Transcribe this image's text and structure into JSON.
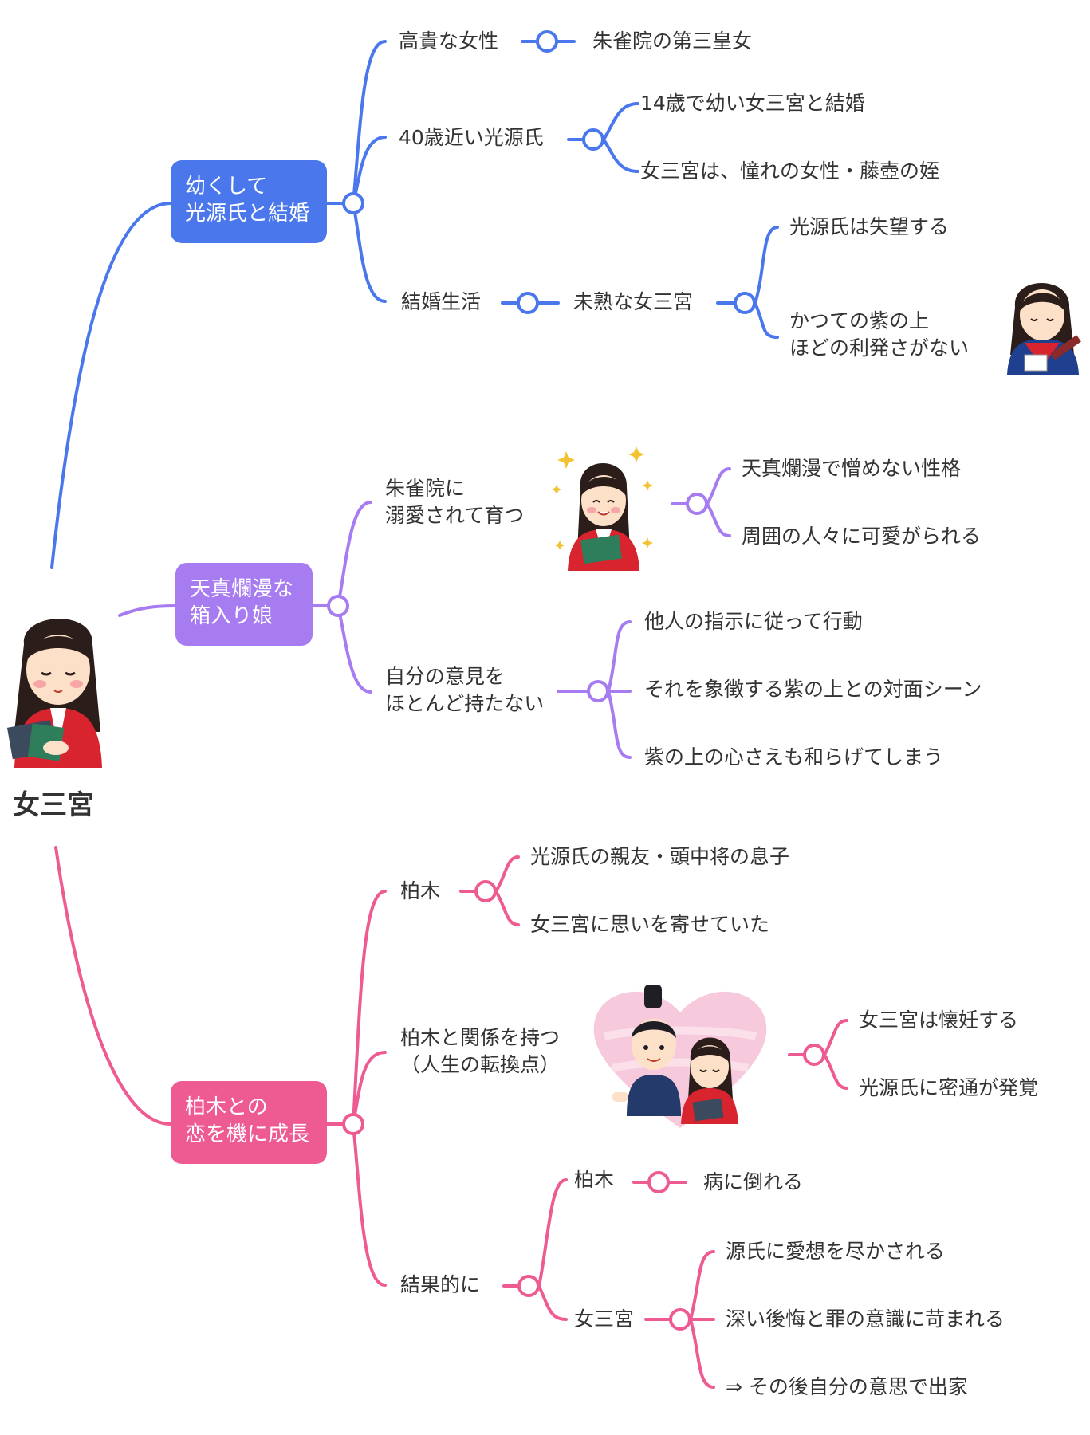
{
  "root": {
    "label": "女三宮"
  },
  "colors": {
    "blue": "#4a78ec",
    "purple": "#a67cf0",
    "pink": "#ee5b92"
  },
  "branches": [
    {
      "label": "幼くして\n光源氏と結婚",
      "color": "blue",
      "children": [
        {
          "label": "高貴な女性",
          "children": [
            {
              "label": "朱雀院の第三皇女"
            }
          ]
        },
        {
          "label": "40歳近い光源氏",
          "children": [
            {
              "label": "14歳で幼い女三宮と結婚"
            },
            {
              "label": "女三宮は、憧れの女性・藤壺の姪"
            }
          ]
        },
        {
          "label": "結婚生活",
          "children": [
            {
              "label": "未熟な女三宮",
              "children": [
                {
                  "label": "光源氏は失望する"
                },
                {
                  "label": "かつての紫の上\nほどの利発さがない"
                }
              ]
            }
          ]
        }
      ]
    },
    {
      "label": "天真爛漫な\n箱入り娘",
      "color": "purple",
      "children": [
        {
          "label": "朱雀院に\n溺愛されて育つ",
          "children": [
            {
              "label": "天真爛漫で憎めない性格"
            },
            {
              "label": "周囲の人々に可愛がられる"
            }
          ]
        },
        {
          "label": "自分の意見を\nほとんど持たない",
          "children": [
            {
              "label": "他人の指示に従って行動"
            },
            {
              "label": "それを象徴する紫の上との対面シーン"
            },
            {
              "label": "紫の上の心さえも和らげてしまう"
            }
          ]
        }
      ]
    },
    {
      "label": "柏木との\n恋を機に成長",
      "color": "pink",
      "children": [
        {
          "label": "柏木",
          "children": [
            {
              "label": "光源氏の親友・頭中将の息子"
            },
            {
              "label": "女三宮に思いを寄せていた"
            }
          ]
        },
        {
          "label": "柏木と関係を持つ\n（人生の転換点）",
          "children": [
            {
              "label": "女三宮は懐妊する"
            },
            {
              "label": "光源氏に密通が発覚"
            }
          ]
        },
        {
          "label": "結果的に",
          "children": [
            {
              "label": "柏木",
              "children": [
                {
                  "label": "病に倒れる"
                }
              ]
            },
            {
              "label": "女三宮",
              "children": [
                {
                  "label": "源氏に愛想を尽かされる"
                },
                {
                  "label": "深い後悔と罪の意識に苛まれる"
                },
                {
                  "label": "⇒ その後自分の意思で出家"
                }
              ]
            }
          ]
        }
      ]
    }
  ]
}
